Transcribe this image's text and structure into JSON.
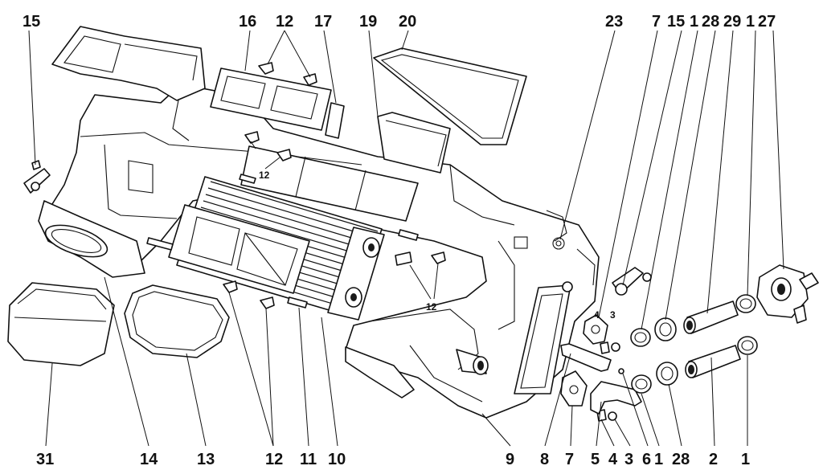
{
  "diagram": {
    "top_labels": [
      "15",
      "16",
      "12",
      "17",
      "19",
      "20",
      "23",
      "7",
      "15",
      "1",
      "28",
      "29",
      "1",
      "27"
    ],
    "bottom_labels": [
      "31",
      "14",
      "13",
      "12",
      "11",
      "10",
      "9",
      "8",
      "7",
      "5",
      "4",
      "3",
      "6",
      "1",
      "28",
      "2",
      "1"
    ],
    "inline_labels": [
      "12",
      "12",
      "4",
      "3"
    ]
  }
}
